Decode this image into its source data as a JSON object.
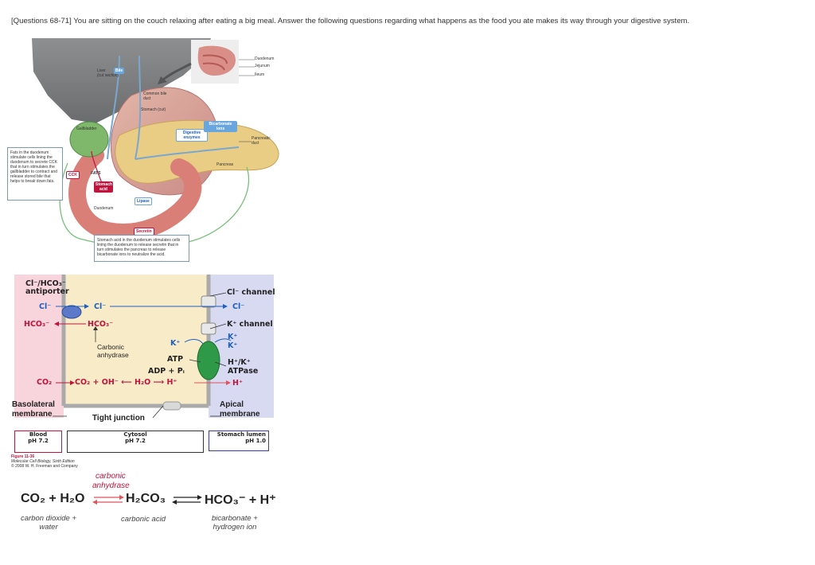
{
  "question": "[Questions 68-71] You are sitting on the couch relaxing after eating a big meal. Answer the following questions regarding what happens as the food you ate makes its way through your digestive system.",
  "anatomy": {
    "liver": "Liver",
    "liver_sub": "(cut section)",
    "bile": "Bile",
    "common_bile_duct": "Common bile duct",
    "stomach": "Stomach (cut)",
    "gallbladder": "Gallbladder",
    "duodenum_label": "Duodenum",
    "jejunum": "Jejunum",
    "ileum": "Ileum",
    "digestive_enzymes": "Digestive enzymes",
    "bicarbonate_ions": "Bicarbonate ions",
    "pancreatic_duct": "Pancreatic duct",
    "pancreas": "Pancreas",
    "cck": "CCK",
    "fats": "FATS",
    "stomach_acid": "Stomach acid",
    "duodenum": "Duodenum",
    "lipase": "Lipase",
    "secretin": "Secretin",
    "legend_text": "Fats in the duodenum stimulate cells lining the duodenum to secrete CCK that in turn stimulates the gallbladder to contract and release stored bile that helps to break down fats.",
    "caption_text": "Stomach acid in the duodenum stimulates cells lining the duodenum to release secretin that in turn stimulates the pancreas to release bicarbonate ions to neutralize the acid."
  },
  "cell": {
    "antiporter": "Cl⁻/HCO₃⁻ antiporter",
    "cl_left": "Cl⁻",
    "hco3_left": "HCO₃⁻",
    "cl_mid": "Cl⁻",
    "hco3_mid": "HCO₃⁻",
    "carbonic_anhydrase": "Carbonic anhydrase",
    "co2_left": "CO₂",
    "reaction": "CO₂ + OH⁻ ⟵ H₂O ⟶ H⁺",
    "atp": "ATP",
    "adp": "ADP + Pᵢ",
    "k_mid": "K⁺",
    "cl_channel": "Cl⁻ channel",
    "cl_right": "Cl⁻",
    "k_channel": "K⁺ channel",
    "k_right1": "K⁺",
    "k_right2": "K⁺",
    "hk_atpase": "H⁺/K⁺ ATPase",
    "h_right": "H⁺",
    "basolateral": "Basolateral membrane",
    "tight_junction": "Tight junction",
    "apical": "Apical membrane",
    "blood_box": [
      "Blood",
      "pH 7.2"
    ],
    "cytosol_box": [
      "Cytosol",
      "pH 7.2"
    ],
    "lumen_box": [
      "Stomach lumen",
      "pH 1.0"
    ],
    "figure_credit": [
      "Figure 11-36",
      "Molecular Cell Biology, Sixth Edition",
      "© 2008 W. H. Freeman and Company"
    ]
  },
  "equation": {
    "enzyme": [
      "carbonic",
      "anhydrase"
    ],
    "lhs": "CO₂ + H₂O",
    "mid": "H₂CO₃",
    "rhs": "HCO₃⁻ + H⁺",
    "lhs_name": [
      "carbon dioxide +",
      "water"
    ],
    "mid_name": "carbonic acid",
    "rhs_name": [
      "bicarbonate +",
      "hydrogen ion"
    ]
  },
  "colors": {
    "cell_bg": "#f8ecc8",
    "blood_bg": "#f8d4dc",
    "lumen_bg": "#d8daf2",
    "red_ion": "#c0143c",
    "blue_ion": "#1f5fbf",
    "arrow_red": "#e0525e"
  }
}
